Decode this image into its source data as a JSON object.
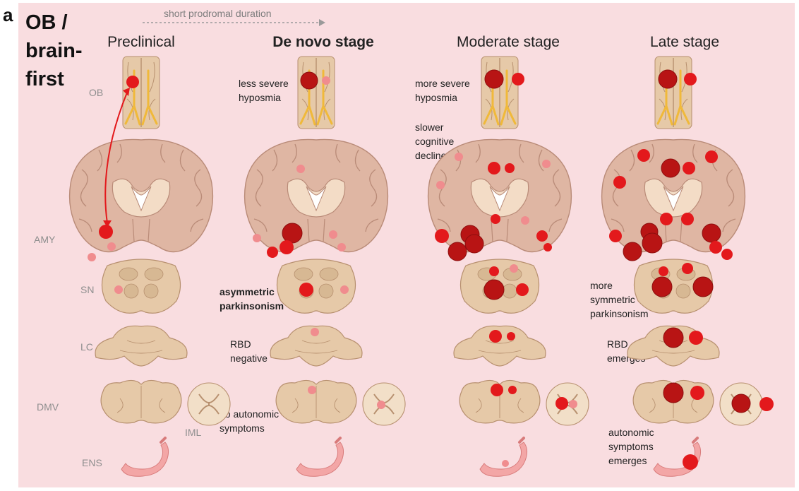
{
  "panel_letter": "a",
  "origin_title": [
    "OB /",
    "brain-",
    "first"
  ],
  "duration_label": "short prodromal duration",
  "stages": [
    {
      "label": "Preclinical",
      "bold": false
    },
    {
      "label": "De novo stage",
      "bold": true
    },
    {
      "label": "Moderate stage",
      "bold": false
    },
    {
      "label": "Late stage",
      "bold": false
    }
  ],
  "regions": [
    "OB",
    "AMY",
    "SN",
    "LC",
    "DMV",
    "IML",
    "ENS"
  ],
  "notes": {
    "denovo_hyposmia": [
      "less severe",
      "hyposmia"
    ],
    "denovo_parkinsonism": [
      "asymmetric",
      "parkinsonism"
    ],
    "denovo_rbd": [
      "RBD",
      "negative"
    ],
    "denovo_autonomic": [
      "no autonomic",
      "symptoms"
    ],
    "moderate_hyposmia": [
      "more severe",
      "hyposmia"
    ],
    "moderate_cognitive": [
      "slower",
      "cognitive",
      "decline"
    ],
    "late_parkinsonism": [
      "more",
      "symmetric",
      "parkinsonism"
    ],
    "late_rbd": [
      "RBD",
      "emerges"
    ],
    "late_autonomic": [
      "autonomic",
      "symptoms",
      "emerges"
    ]
  },
  "colors": {
    "background": "#f9dde0",
    "tissue": "#e6c9a8",
    "tissue_outline": "#b7906f",
    "brain": "#dfb6a3",
    "stomach": "#f3a6a6",
    "pathology_dark": "#b81414",
    "pathology_red": "#e3191c",
    "pathology_light": "#f08c8e"
  }
}
